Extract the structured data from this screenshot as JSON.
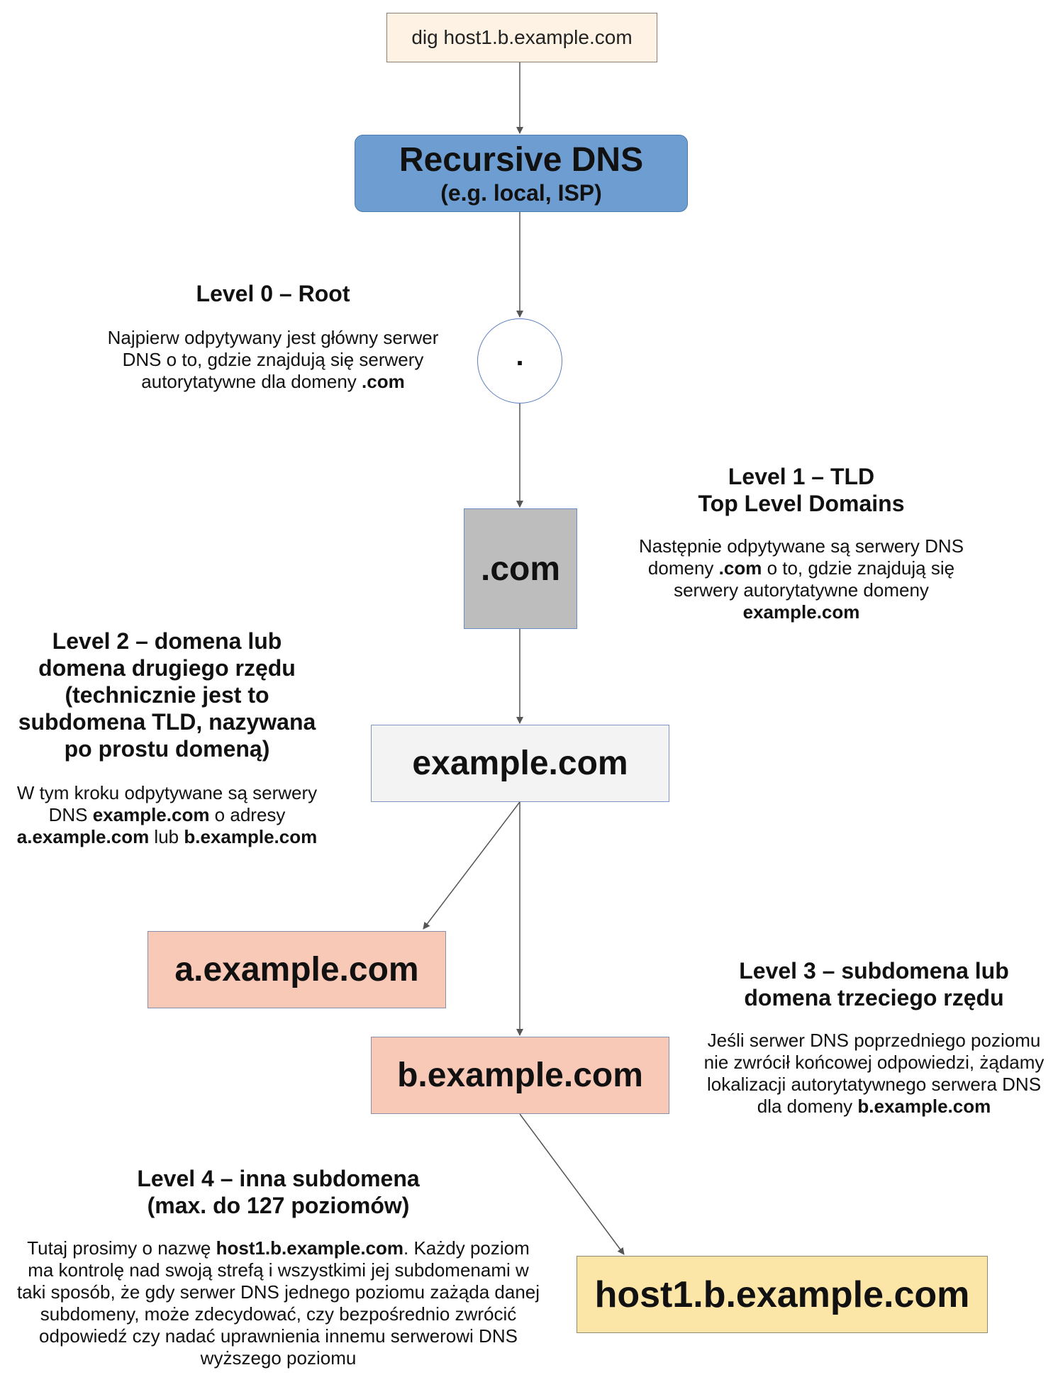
{
  "nodes": {
    "command": "dig host1.b.example.com",
    "recursive_title": "Recursive DNS",
    "recursive_subtitle": "(e.g. local, ISP)",
    "root": ".",
    "tld": ".com",
    "domain": "example.com",
    "subdomain_a": "a.example.com",
    "subdomain_b": "b.example.com",
    "host": "host1.b.example.com"
  },
  "levels": {
    "level0": {
      "title": "Level 0 – Root",
      "text_1": "Najpierw odpytywany jest główny serwer DNS o to, gdzie znajdują się serwery autorytatywne dla domeny ",
      "text_bold_1": ".com"
    },
    "level1": {
      "title_line_1": "Level 1 – TLD",
      "title_line_2": "Top Level Domains",
      "text_1": "Następnie odpytywane są serwery DNS domeny ",
      "text_bold_1": ".com",
      "text_2": " o to, gdzie znajdują się serwery autorytatywne domeny ",
      "text_bold_2": "example.com"
    },
    "level2": {
      "title": "Level 2 – domena lub domena drugiego rzędu (technicznie jest to subdomena TLD, nazywana po prostu domeną)",
      "text_1": "W tym kroku odpytywane są serwery DNS ",
      "text_bold_1": "example.com",
      "text_2": " o adresy ",
      "text_bold_2": "a.example.com",
      "text_3": " lub ",
      "text_bold_3": "b.example.com"
    },
    "level3": {
      "title": "Level 3 – subdomena lub domena trzeciego rzędu",
      "text_1": "Jeśli serwer DNS poprzedniego poziomu nie zwrócił końcowej odpowiedzi, żądamy lokalizacji autorytatywnego serwera DNS dla domeny ",
      "text_bold_1": "b.example.com"
    },
    "level4": {
      "title_line_1": "Level 4 – inna subdomena",
      "title_line_2": "(max. do 127 poziomów)",
      "text_1": "Tutaj prosimy o nazwę ",
      "text_bold_1": "host1.b.example.com",
      "text_2": ". Każdy poziom ma kontrolę nad swoją strefą i wszystkimi jej subdomenami w taki sposób, że gdy serwer DNS jednego poziomu zażąda danej subdomeny, może zdecydować, czy bezpośrednio zwrócić odpowiedź czy nadać uprawnienia innemu serwerowi DNS wyższego poziomu"
    }
  },
  "colors": {
    "command_fill": "#fdf2e3",
    "recursive_fill": "#6e9ed1",
    "tld_fill": "#bdbdbd",
    "domain_fill": "#f3f3f3",
    "subdomain_fill": "#f9c9b8",
    "host_fill": "#fbe6a8",
    "arrow": "#555555"
  }
}
